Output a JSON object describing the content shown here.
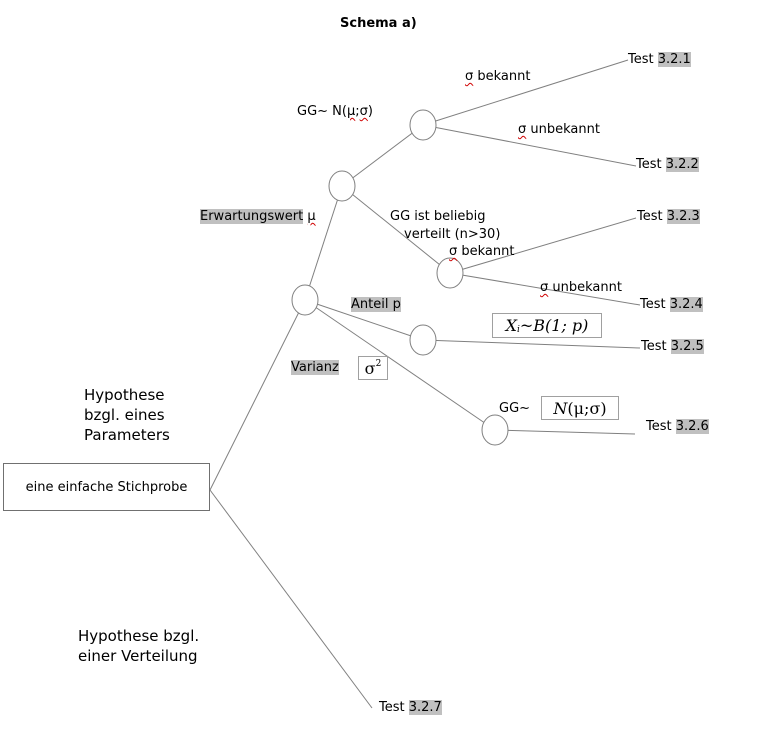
{
  "title": "Schema a)",
  "start": "eine einfache Stichprobe",
  "hyp_param": [
    "Hypothese",
    "bzgl. eines",
    "Parameters"
  ],
  "hyp_dist": [
    "Hypothese bzgl.",
    "einer Verteilung"
  ],
  "erwartungswert": "Erwartungswert",
  "mu": "μ",
  "anteil": "Anteil p",
  "varianz": "Varianz",
  "sigma2": "σ",
  "sigma2_exp": "2",
  "gg_normal_prefix": "GG~ N(",
  "gg_normal_mu": "μ",
  "gg_normal_sep": ";",
  "gg_normal_sigma": "σ",
  "gg_normal_suffix": ")",
  "gg_beliebig": [
    "GG ist beliebig",
    "verteilt (n>30)"
  ],
  "sigma": "σ",
  "bekannt": " bekannt",
  "unbekannt": " unbekannt",
  "formula_b": {
    "x": "X",
    "i": "i",
    "rest": "~B(1; p)"
  },
  "gg_prefix": "GG~",
  "formula_n": {
    "n": "N",
    "open": "(",
    "mu": "μ",
    "sep": " ; ",
    "sigma": "σ",
    "close": ")"
  },
  "tests": [
    {
      "prefix": "Test ",
      "num": "3.2.1"
    },
    {
      "prefix": "Test ",
      "num": "3.2.2"
    },
    {
      "prefix": "Test ",
      "num": "3.2.3"
    },
    {
      "prefix": "Test ",
      "num": "3.2.4"
    },
    {
      "prefix": "Test ",
      "num": "3.2.5"
    },
    {
      "prefix": "Test ",
      "num": "3.2.6"
    },
    {
      "prefix": "Test ",
      "num": "3.2.7"
    }
  ],
  "colors": {
    "line": "#808080",
    "highlight": "#c0c0c0",
    "wavy": "#d00000"
  }
}
